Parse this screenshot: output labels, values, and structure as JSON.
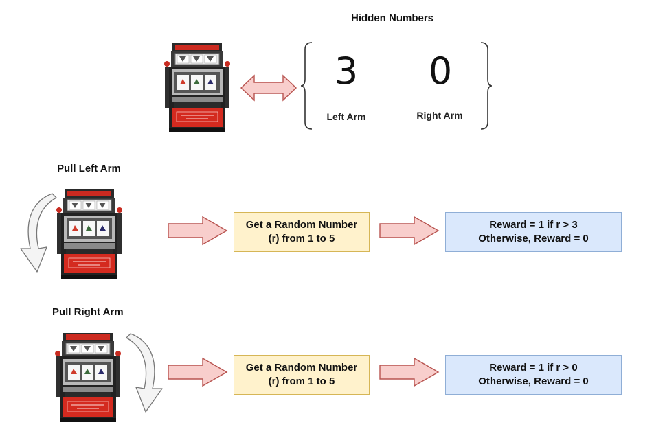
{
  "hidden": {
    "title": "Hidden Numbers",
    "left_value": "3",
    "right_value": "0",
    "left_label": "Left Arm",
    "right_label": "Right Arm"
  },
  "rows": [
    {
      "heading": "Pull Left Arm",
      "step_line1": "Get a Random Number",
      "step_line2": "(r) from 1 to 5",
      "reward_line1": "Reward = 1 if r > 3",
      "reward_line2": "Otherwise, Reward = 0"
    },
    {
      "heading": "Pull Right Arm",
      "step_line1": "Get a Random Number",
      "step_line2": "(r) from 1 to 5",
      "reward_line1": "Reward = 1 if r > 0",
      "reward_line2": "Otherwise, Reward = 0"
    }
  ],
  "colors": {
    "arrow_fill": "#f8cecc",
    "arrow_stroke": "#b85450",
    "step_box": "#fff2cc",
    "reward_box": "#dae8fc",
    "machine_red": "#d42a1f",
    "pull_arrow_fill": "#f4f4f4"
  },
  "icons": [
    "slot-machine-icon",
    "double-arrow-icon",
    "curly-brace-icon",
    "block-arrow-icon",
    "curved-pull-arrow-icon"
  ]
}
